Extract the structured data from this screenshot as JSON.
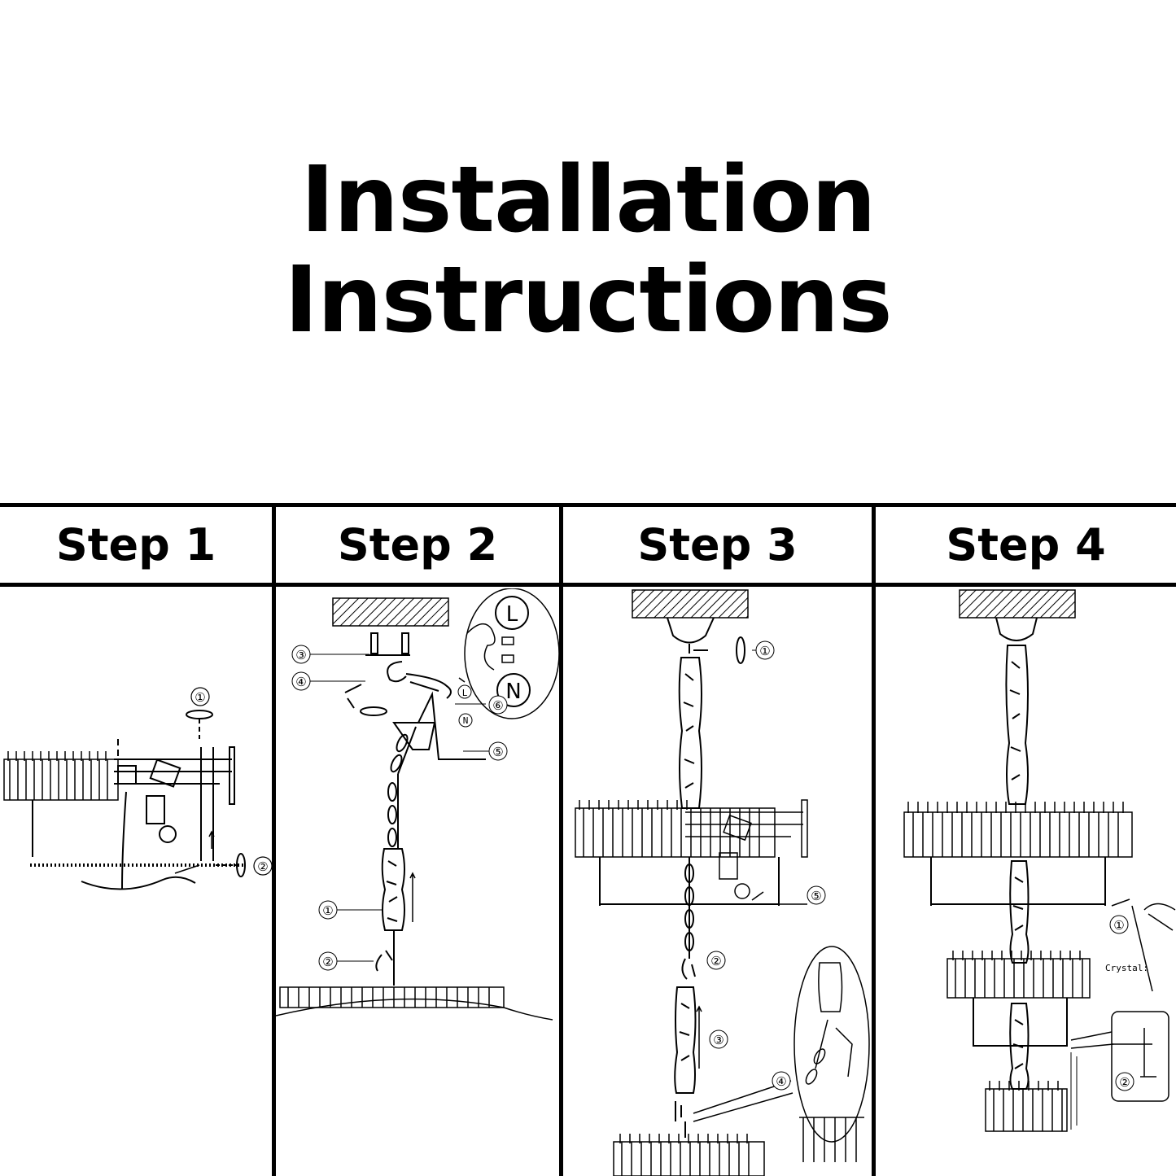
{
  "title": "Installation Instructions",
  "steps": [
    {
      "label": "Step 1",
      "callouts": [
        "①",
        "②"
      ]
    },
    {
      "label": "Step 2",
      "callouts": [
        "①",
        "②",
        "③",
        "④",
        "⑤",
        "⑥"
      ],
      "wire_labels": [
        "L",
        "N"
      ]
    },
    {
      "label": "Step 3",
      "callouts": [
        "①",
        "②",
        "③",
        "④",
        "⑤"
      ]
    },
    {
      "label": "Step 4",
      "callouts": [
        "①",
        "②"
      ],
      "note": "Crystal:"
    }
  ]
}
